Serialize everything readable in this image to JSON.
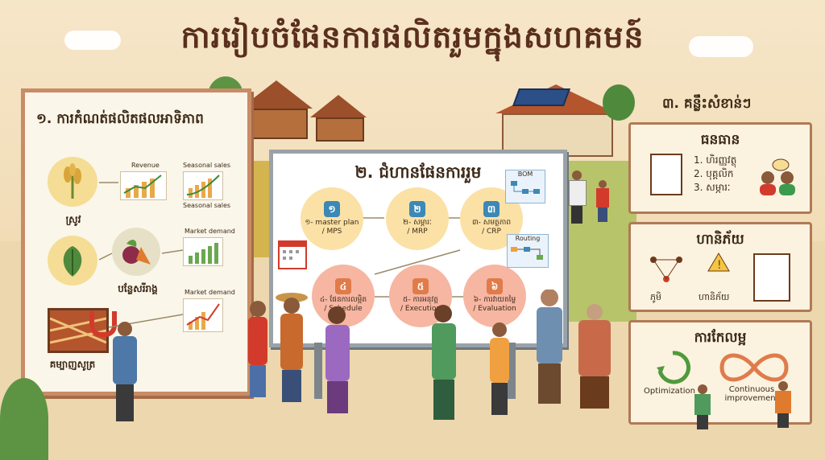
{
  "title": "ការរៀបចំផែនការផលិតរួមក្នុងសហគមន៍",
  "left_panel": {
    "heading": "១. ការកំណត់ផលិតផលអាទិភាព",
    "products": [
      {
        "label": "ស្រូវ",
        "icon": "rice-icon",
        "chart_label": "Revenue",
        "chart2_label": "Seasonal sales"
      },
      {
        "label": "បន្លែសរីរាង្គ",
        "icon": "vegetables-icon",
        "chart_label": "Market demand"
      },
      {
        "label": "គម្បាញសូត្រ",
        "icon": "silk-weaving-icon",
        "chart_label": "Market demand"
      }
    ],
    "extra_label": "Seasonal sales"
  },
  "board": {
    "heading": "២. ជំហានផែនការរួម",
    "steps": [
      {
        "num": "១",
        "line1": "១- master plan",
        "line2": "/ MPS"
      },
      {
        "num": "២",
        "line1": "២- សម្ភារៈ",
        "line2": "/ MRP"
      },
      {
        "num": "៣",
        "line1": "៣- សមត្ថភាព",
        "line2": "/ CRP"
      },
      {
        "num": "៤",
        "line1": "៤- ផែនការលម្អិត",
        "line2": "/ Schedule"
      },
      {
        "num": "៥",
        "line1": "៥- ការអនុវត្ត",
        "line2": "/ Execution"
      },
      {
        "num": "៦",
        "line1": "៦- ការវាយតម្លៃ",
        "line2": "/ Evaluation"
      }
    ],
    "bom_label": "BOM",
    "routing_label": "Routing"
  },
  "right": {
    "heading": "៣. គន្លឹះសំខាន់ៗ",
    "resources": {
      "title": "ធនធាន",
      "items": [
        "1. ហិរញ្ញវត្ថុ",
        "2. បុគ្គលិក",
        "3. សម្ភារៈ"
      ]
    },
    "risk": {
      "title": "ហានិភ័យ",
      "labels": [
        "ភូមិ",
        "ហានិភ័យ"
      ]
    },
    "improve": {
      "title": "ការកែលម្អ",
      "labels": [
        "Optimization",
        "Continuous improvement"
      ]
    }
  },
  "colors": {
    "accent_blue": "#3c88b6",
    "accent_orange": "#e07b4a",
    "title_brown": "#5a2f1d",
    "panel_border": "#b07a56"
  }
}
